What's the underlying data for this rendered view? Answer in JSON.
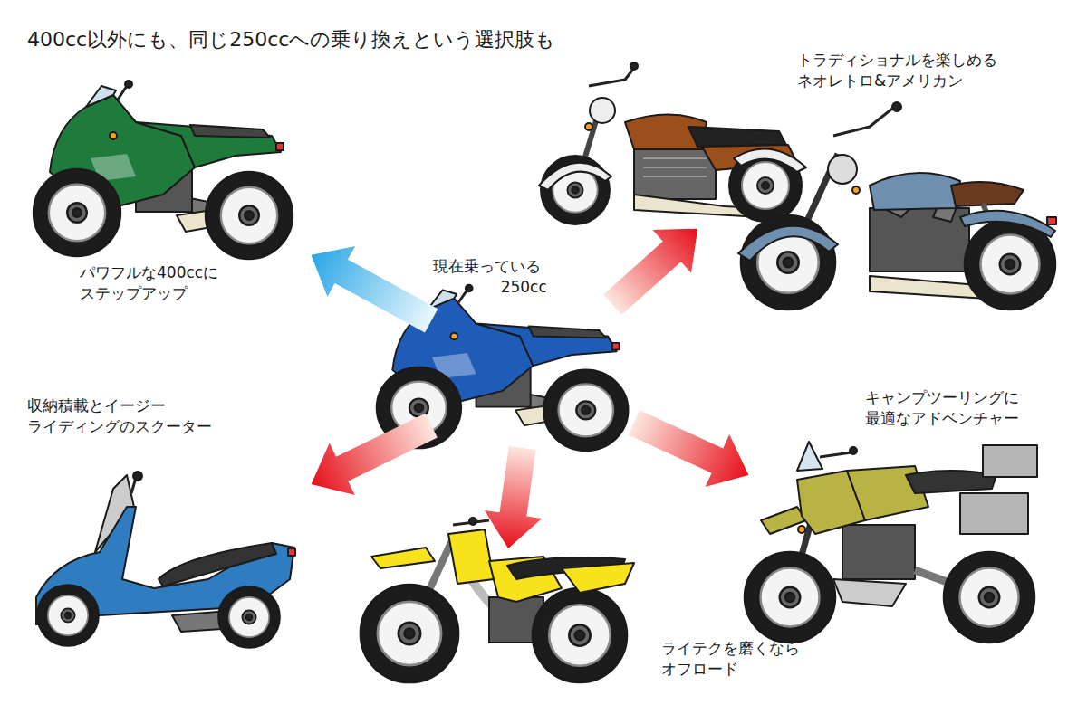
{
  "diagram": {
    "title": "400cc以外にも、同じ250ccへの乗り換えという選択肢も",
    "nodes": [
      {
        "text": [
          "パワフルな400ccに ステップアップ"
        ]
      },
      {
        "text": [
          "トラディショナルを楽しめる ネオレトロ&アメリカン"
        ]
      },
      {
        "text": [
          "現在乗っている 250cc"
        ]
      },
      {
        "text": [
          "収納積載とイージー ライディングのスクーター"
        ]
      },
      {
        "text": [
          "キャンプツーリングに 最適なアドベンチャー"
        ]
      },
      {
        "text": [
          "ライテクを磨くなら オフロード"
        ]
      }
    ],
    "edges": [
      {
        "from": 2,
        "to": 0,
        "arrow": "to"
      },
      {
        "from": 2,
        "to": 1,
        "arrow": "to"
      },
      {
        "from": 2,
        "to": 3,
        "arrow": "to"
      },
      {
        "from": 2,
        "to": 4,
        "arrow": "to"
      },
      {
        "from": 2,
        "to": 5,
        "arrow": "to"
      }
    ]
  }
}
